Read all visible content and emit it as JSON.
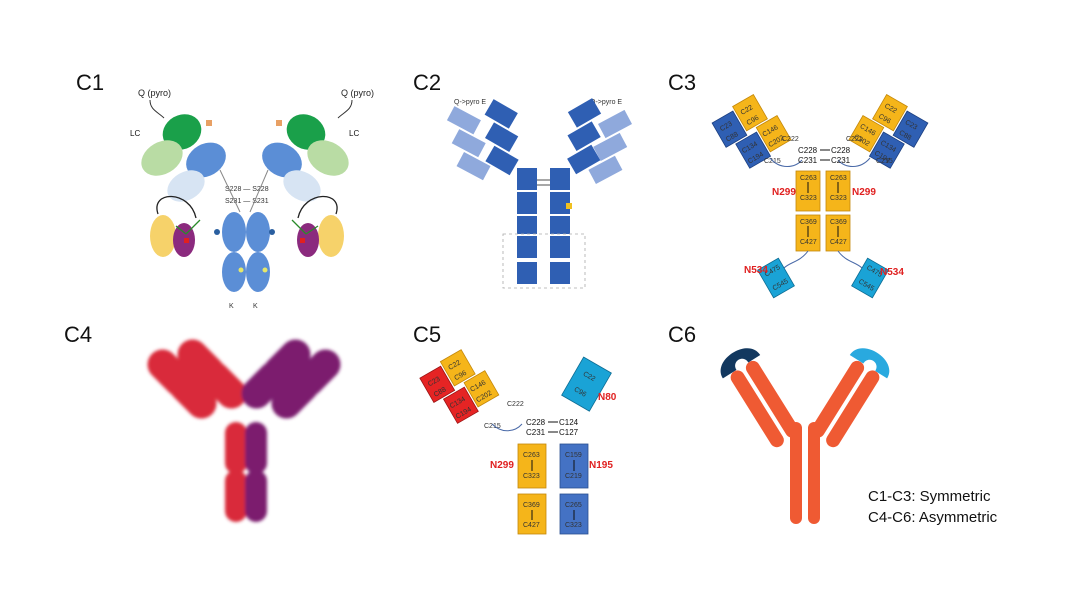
{
  "panels": {
    "c1": {
      "label": "C1",
      "lc_left": "LC",
      "lc_right": "LC",
      "pyro_left": "Q (pyro)",
      "pyro_right": "Q (pyro)",
      "hinge_top": "S228 — S228",
      "hinge_bottom": "S231 — S231",
      "k_left": "K",
      "k_right": "K"
    },
    "c2": {
      "label": "C2",
      "pyro_left": "Q->pyro E",
      "pyro_right": "Q->pyro E"
    },
    "c3": {
      "label": "C3",
      "hinge_top_left": "C228",
      "hinge_top_right": "C228",
      "hinge_bottom_left": "C231",
      "hinge_bottom_right": "C231",
      "glyco_left": "N299",
      "glyco_right": "N299",
      "glyco_tail_left": "N534",
      "glyco_tail_right": "N534",
      "domains": {
        "ch2_top_left": "C263",
        "ch2_bottom_left": "C323",
        "ch2_top_right": "C263",
        "ch2_bottom_right": "C323",
        "ch3_top_left": "C369",
        "ch3_bottom_left": "C427",
        "ch3_top_right": "C369",
        "ch3_bottom_right": "C427",
        "tail_left_top": "C475",
        "tail_left_bottom": "C545",
        "tail_right_top": "C475",
        "tail_right_bottom": "C545",
        "fab_left_c22": "C22",
        "fab_left_c96": "C96",
        "fab_left_c146": "C146",
        "fab_left_c202": "C202",
        "fab_left_c222": "C222",
        "fab_left_c215": "C215",
        "fab_left_c23": "C23",
        "fab_left_c88": "C88",
        "fab_left_c134": "C134",
        "fab_left_c194": "C194",
        "fab_right_c22": "C22",
        "fab_right_c96": "C96",
        "fab_right_c146": "C146",
        "fab_right_c202": "C202",
        "fab_right_c221": "C221",
        "fab_right_c215": "C215",
        "fab_right_c23": "C23",
        "fab_right_c88": "C88",
        "fab_right_c134": "C134",
        "fab_right_c194": "C194"
      }
    },
    "c4": {
      "label": "C4"
    },
    "c5": {
      "label": "C5",
      "hinge_top_left": "C228",
      "hinge_top_right": "C124",
      "hinge_bottom_left": "C231",
      "hinge_bottom_right": "C127",
      "glyco_fab": "N80",
      "glyco_left": "N299",
      "glyco_right": "N195",
      "domains": {
        "ch2_top": "C263",
        "ch2_bottom": "C323",
        "ch3_top": "C369",
        "ch3_bottom": "C427",
        "right_top_1": "C159",
        "right_bottom_1": "C219",
        "right_top_2": "C265",
        "right_bottom_2": "C323",
        "fab_c22": "C22",
        "fab_c96": "C96",
        "fab_c146": "C146",
        "fab_c202": "C202",
        "fab_c222": "C222",
        "fab_c215": "C215",
        "fab_c23": "C23",
        "fab_c88": "C88",
        "fab_c134": "C134",
        "fab_c194": "C194",
        "single_c22": "C22",
        "single_c96": "C96"
      }
    },
    "c6": {
      "label": "C6"
    }
  },
  "legend": {
    "line1": "C1-C3: Symmetric",
    "line2": "C4-C6: Asymmetric"
  },
  "colors": {
    "blue_dark": "#2f5fb3",
    "blue_mid": "#4472c4",
    "blue_light": "#8fa9dc",
    "yellow": "#f5b51a",
    "cyan": "#1aa3d6",
    "red": "#e52424",
    "crimson": "#d92b3a",
    "purple": "#7b1a6e",
    "orange": "#ef5a33",
    "navy": "#12385f",
    "green": "#1aa04a",
    "light_green": "#b9dca4",
    "c1_blue": "#5b8ed6",
    "c1_lightblue": "#d7e4f3",
    "glyco_red": "#e02020"
  }
}
